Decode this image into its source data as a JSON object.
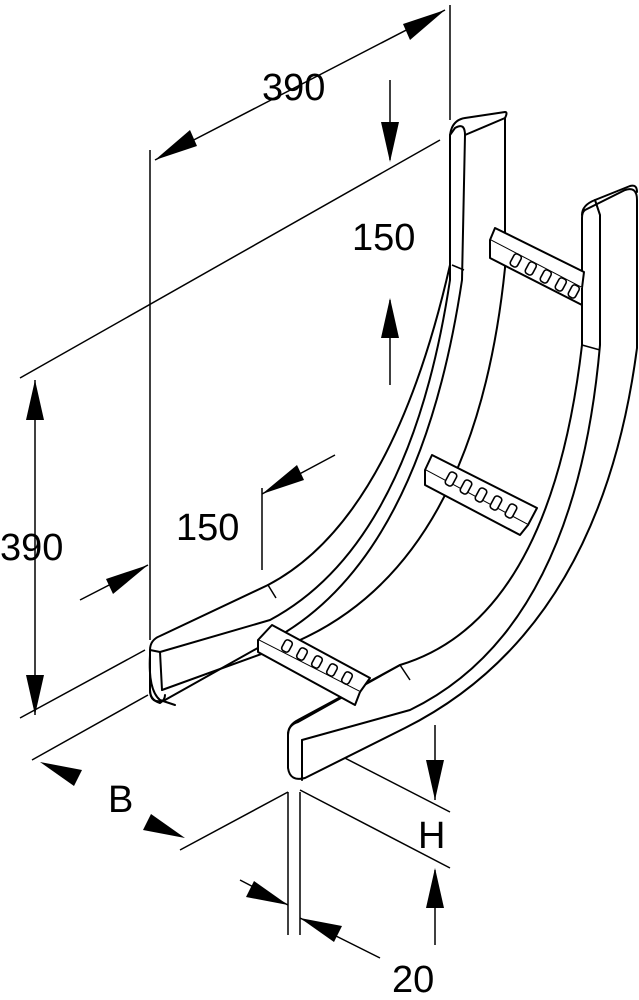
{
  "dimensions": {
    "top_length": "390",
    "left_height": "390",
    "top_straight": "150",
    "left_straight": "150",
    "width": "B",
    "height": "H",
    "flange": "20"
  }
}
